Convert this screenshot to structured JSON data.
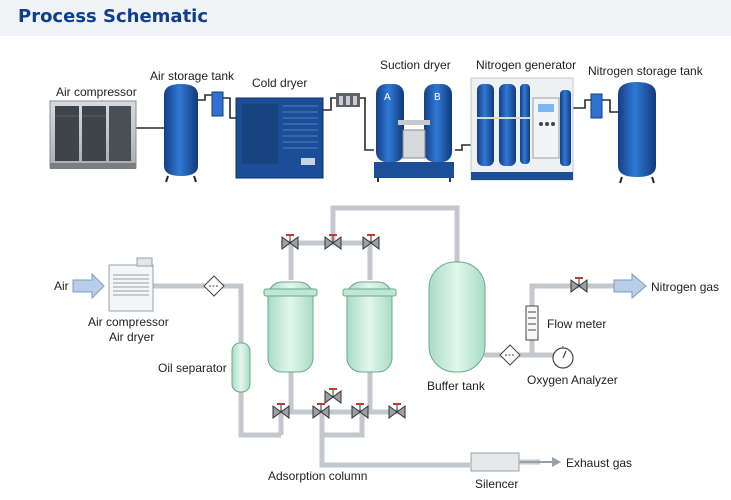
{
  "header": {
    "title": "Process Schematic"
  },
  "equipment_photos": {
    "items": [
      {
        "label": "Air compressor"
      },
      {
        "label": "Air storage tank"
      },
      {
        "label": "Cold dryer"
      },
      {
        "label": "Suction dryer"
      },
      {
        "label": "Nitrogen generator"
      },
      {
        "label": "Nitrogen storage tank"
      }
    ],
    "dryer_marks": {
      "a": "A",
      "b": "B"
    }
  },
  "schematic": {
    "air": "Air",
    "compressor_line1": "Air compressor",
    "compressor_line2": "Air dryer",
    "oil_separator": "Oil separator",
    "adsorption_column": "Adsorption column",
    "buffer_tank": "Buffer tank",
    "flow_meter": "Flow meter",
    "oxygen_analyzer": "Oxygen Analyzer",
    "nitrogen_gas": "Nitrogen gas",
    "exhaust_gas": "Exhaust gas",
    "silencer": "Silencer"
  },
  "colors": {
    "title": "#0e3f8f",
    "pipe": "#c4c7cc",
    "column": "#cdeee0",
    "column_stroke": "#6aa98c",
    "tank_blue": "#1f5fb8",
    "valve_handle": "#c0392b",
    "arrow": "#b7cde8"
  }
}
